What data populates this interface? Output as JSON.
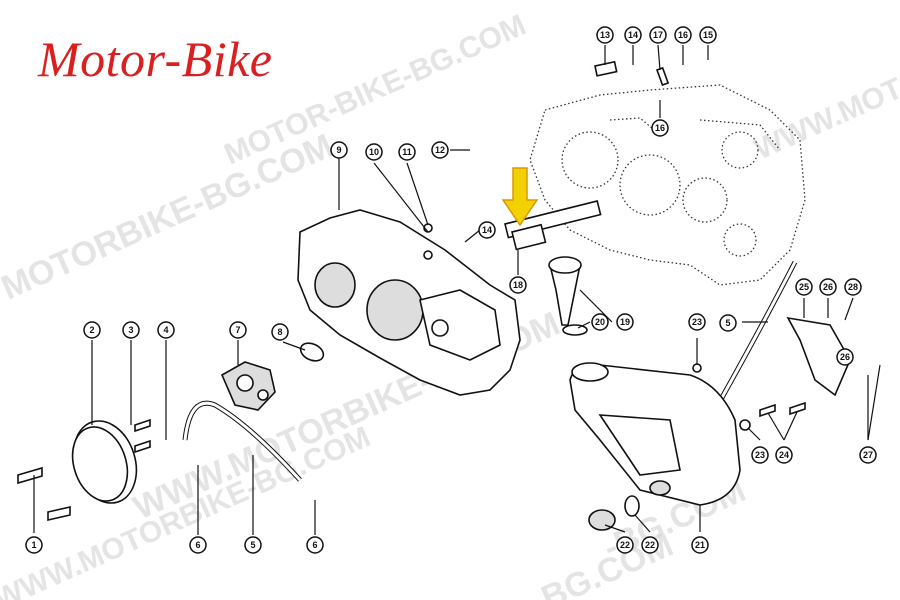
{
  "header": {
    "title": "Motor-Bike"
  },
  "watermarks": [
    "MOTORBIKE-BG.COM",
    "MOTOR-BIKE-BG.COM",
    "WWW.MOTORBIKE-BG.COM",
    "WWW.MOTORBIKE-BG.COM",
    "WWW.MOTORBIKE-BG.COM",
    "BG.COM",
    "-BG.COM"
  ],
  "callouts": [
    "1",
    "2",
    "3",
    "4",
    "5",
    "5",
    "6",
    "6",
    "7",
    "8",
    "9",
    "10",
    "11",
    "12",
    "13",
    "14",
    "14",
    "15",
    "16",
    "16",
    "17",
    "18",
    "19",
    "20",
    "21",
    "22",
    "22",
    "23",
    "23",
    "24",
    "25",
    "26",
    "26",
    "27",
    "28"
  ],
  "arrow_color": "#f2d100",
  "title_color": "#d82020"
}
